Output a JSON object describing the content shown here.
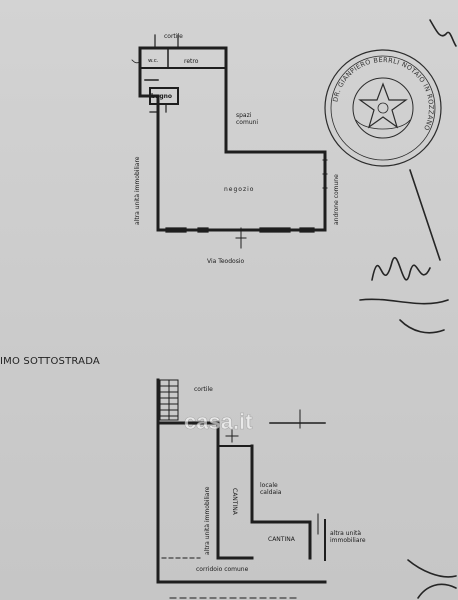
{
  "top_plan": {
    "labels": {
      "cortile": "cortile",
      "wc": "w.c.",
      "retro": "retro",
      "bagno": "bagno",
      "spazi_comuni": "spazi\ncomuni",
      "negozio": "negozio",
      "altra_unita": "altra unità immobiliare",
      "androne_comune": "androne comune",
      "street": "Via Teodosio"
    }
  },
  "seal": {
    "ring_text": "DR. GIANPIERO BERRLI NOTAIO IN ROZZANO",
    "signature": "Ferrolli Gianpiero"
  },
  "section_heading": "IMO SOTTOSTRADA",
  "bottom_plan": {
    "labels": {
      "cortile": "cortile",
      "locale_caldaia": "locale\ncaldaia",
      "cantina_vertical": "CANTINA",
      "cantina": "CANTINA",
      "altra_unita_left": "altra unità immobiliare",
      "altra_unita_right": "altra unità\nimmobiliare",
      "corridoio_comune": "corridoio comune"
    }
  },
  "watermark": "casa.it",
  "colors": {
    "ink": "#1a1a1a",
    "paper": "#cfcfcf",
    "seal": "#2b2b2b"
  }
}
